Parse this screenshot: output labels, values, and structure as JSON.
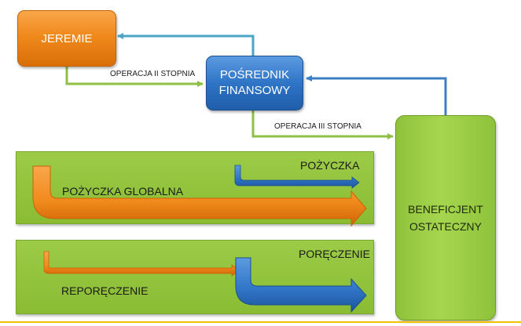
{
  "nodes": {
    "jeremie": "JEREMIE",
    "posrednik_line1": "POŚREDNIK",
    "posrednik_line2": "FINANSOWY",
    "beneficjent_line1": "BENEFICJENT",
    "beneficjent_line2": "OSTATECZNY"
  },
  "connectors": {
    "op2": "OPERACJA II STOPNIA",
    "op3": "OPERACJA III STOPNIA"
  },
  "panels": {
    "top": {
      "title": "POŻYCZKA",
      "main_label": "POŻYCZKA GLOBALNA"
    },
    "bottom": {
      "title": "PORĘCZENIE",
      "main_label": "REPORĘCZENIE"
    }
  },
  "colors": {
    "orange": "#f08a1c",
    "blue": "#2f74c6",
    "green": "#8fc23c",
    "teal_line": "#4aa5c6",
    "green_line": "#8fbf45"
  }
}
